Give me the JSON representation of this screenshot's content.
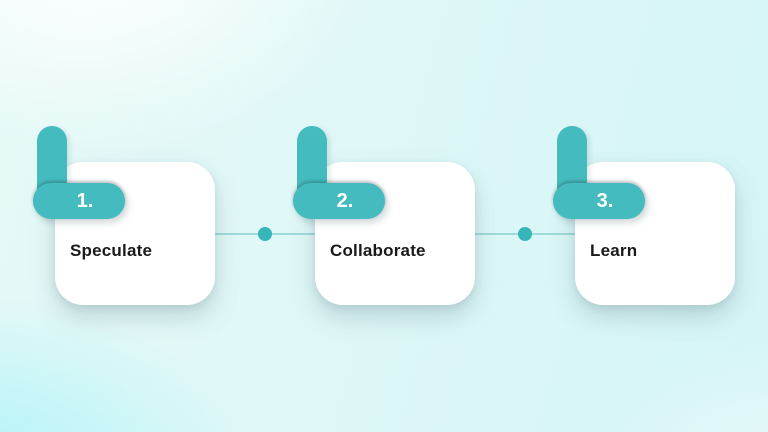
{
  "steps": [
    {
      "number": "1.",
      "label": "Speculate"
    },
    {
      "number": "2.",
      "label": "Collaborate"
    },
    {
      "number": "3.",
      "label": "Learn"
    }
  ],
  "colors": {
    "teal": "#44BBBE",
    "teal_dot": "#37B6B9",
    "connector_line": "#9ED9DB",
    "card_background": "#FFFFFF",
    "label_text": "#1A1A1A",
    "number_text": "#FFFFFF",
    "bg_top_left": "#EFFBF9",
    "bg_top_right": "#D5F5F7",
    "bg_bottom_left": "#A9F3F8",
    "bg_bottom_right": "#E3F8F8"
  }
}
